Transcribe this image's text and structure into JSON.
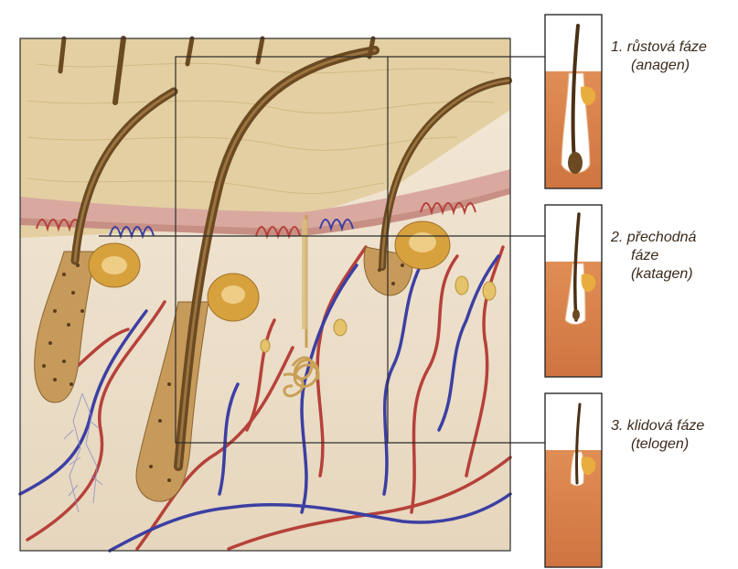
{
  "phases": [
    {
      "number": "1.",
      "lines": [
        "růstová fáze",
        "(anagen)"
      ]
    },
    {
      "number": "2.",
      "lines": [
        "přechodná",
        "fáze",
        "(katagen)"
      ]
    },
    {
      "number": "3.",
      "lines": [
        "klidová fáze",
        "(telogen)"
      ]
    }
  ],
  "colors": {
    "skin_surface": "#e3cfa1",
    "dermis": "#ede0c8",
    "hair": "#6b4a22",
    "artery": "#b6413a",
    "vein": "#3c3fa3",
    "gland": "#d7a13e",
    "panel_skin": "#d9804a"
  }
}
